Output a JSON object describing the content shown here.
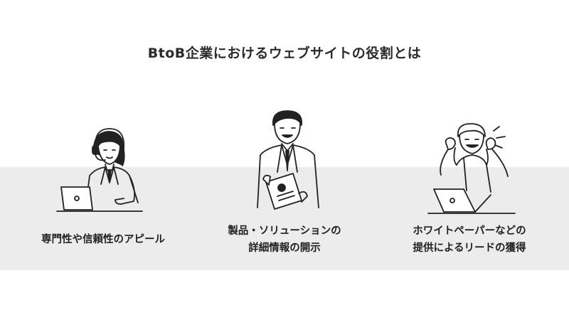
{
  "title": "BtoB企業におけるウェブサイトの役割とは",
  "items": [
    {
      "lines": [
        "専門性や信頼性のアピール"
      ],
      "icon": "operator-headset-laptop-icon"
    },
    {
      "lines": [
        "製品・ソリューションの",
        "詳細情報の開示"
      ],
      "icon": "businessman-brochure-icon"
    },
    {
      "lines": [
        "ホワイトペーパーなどの",
        "提供によるリードの獲得"
      ],
      "icon": "excited-person-laptop-icon"
    }
  ]
}
